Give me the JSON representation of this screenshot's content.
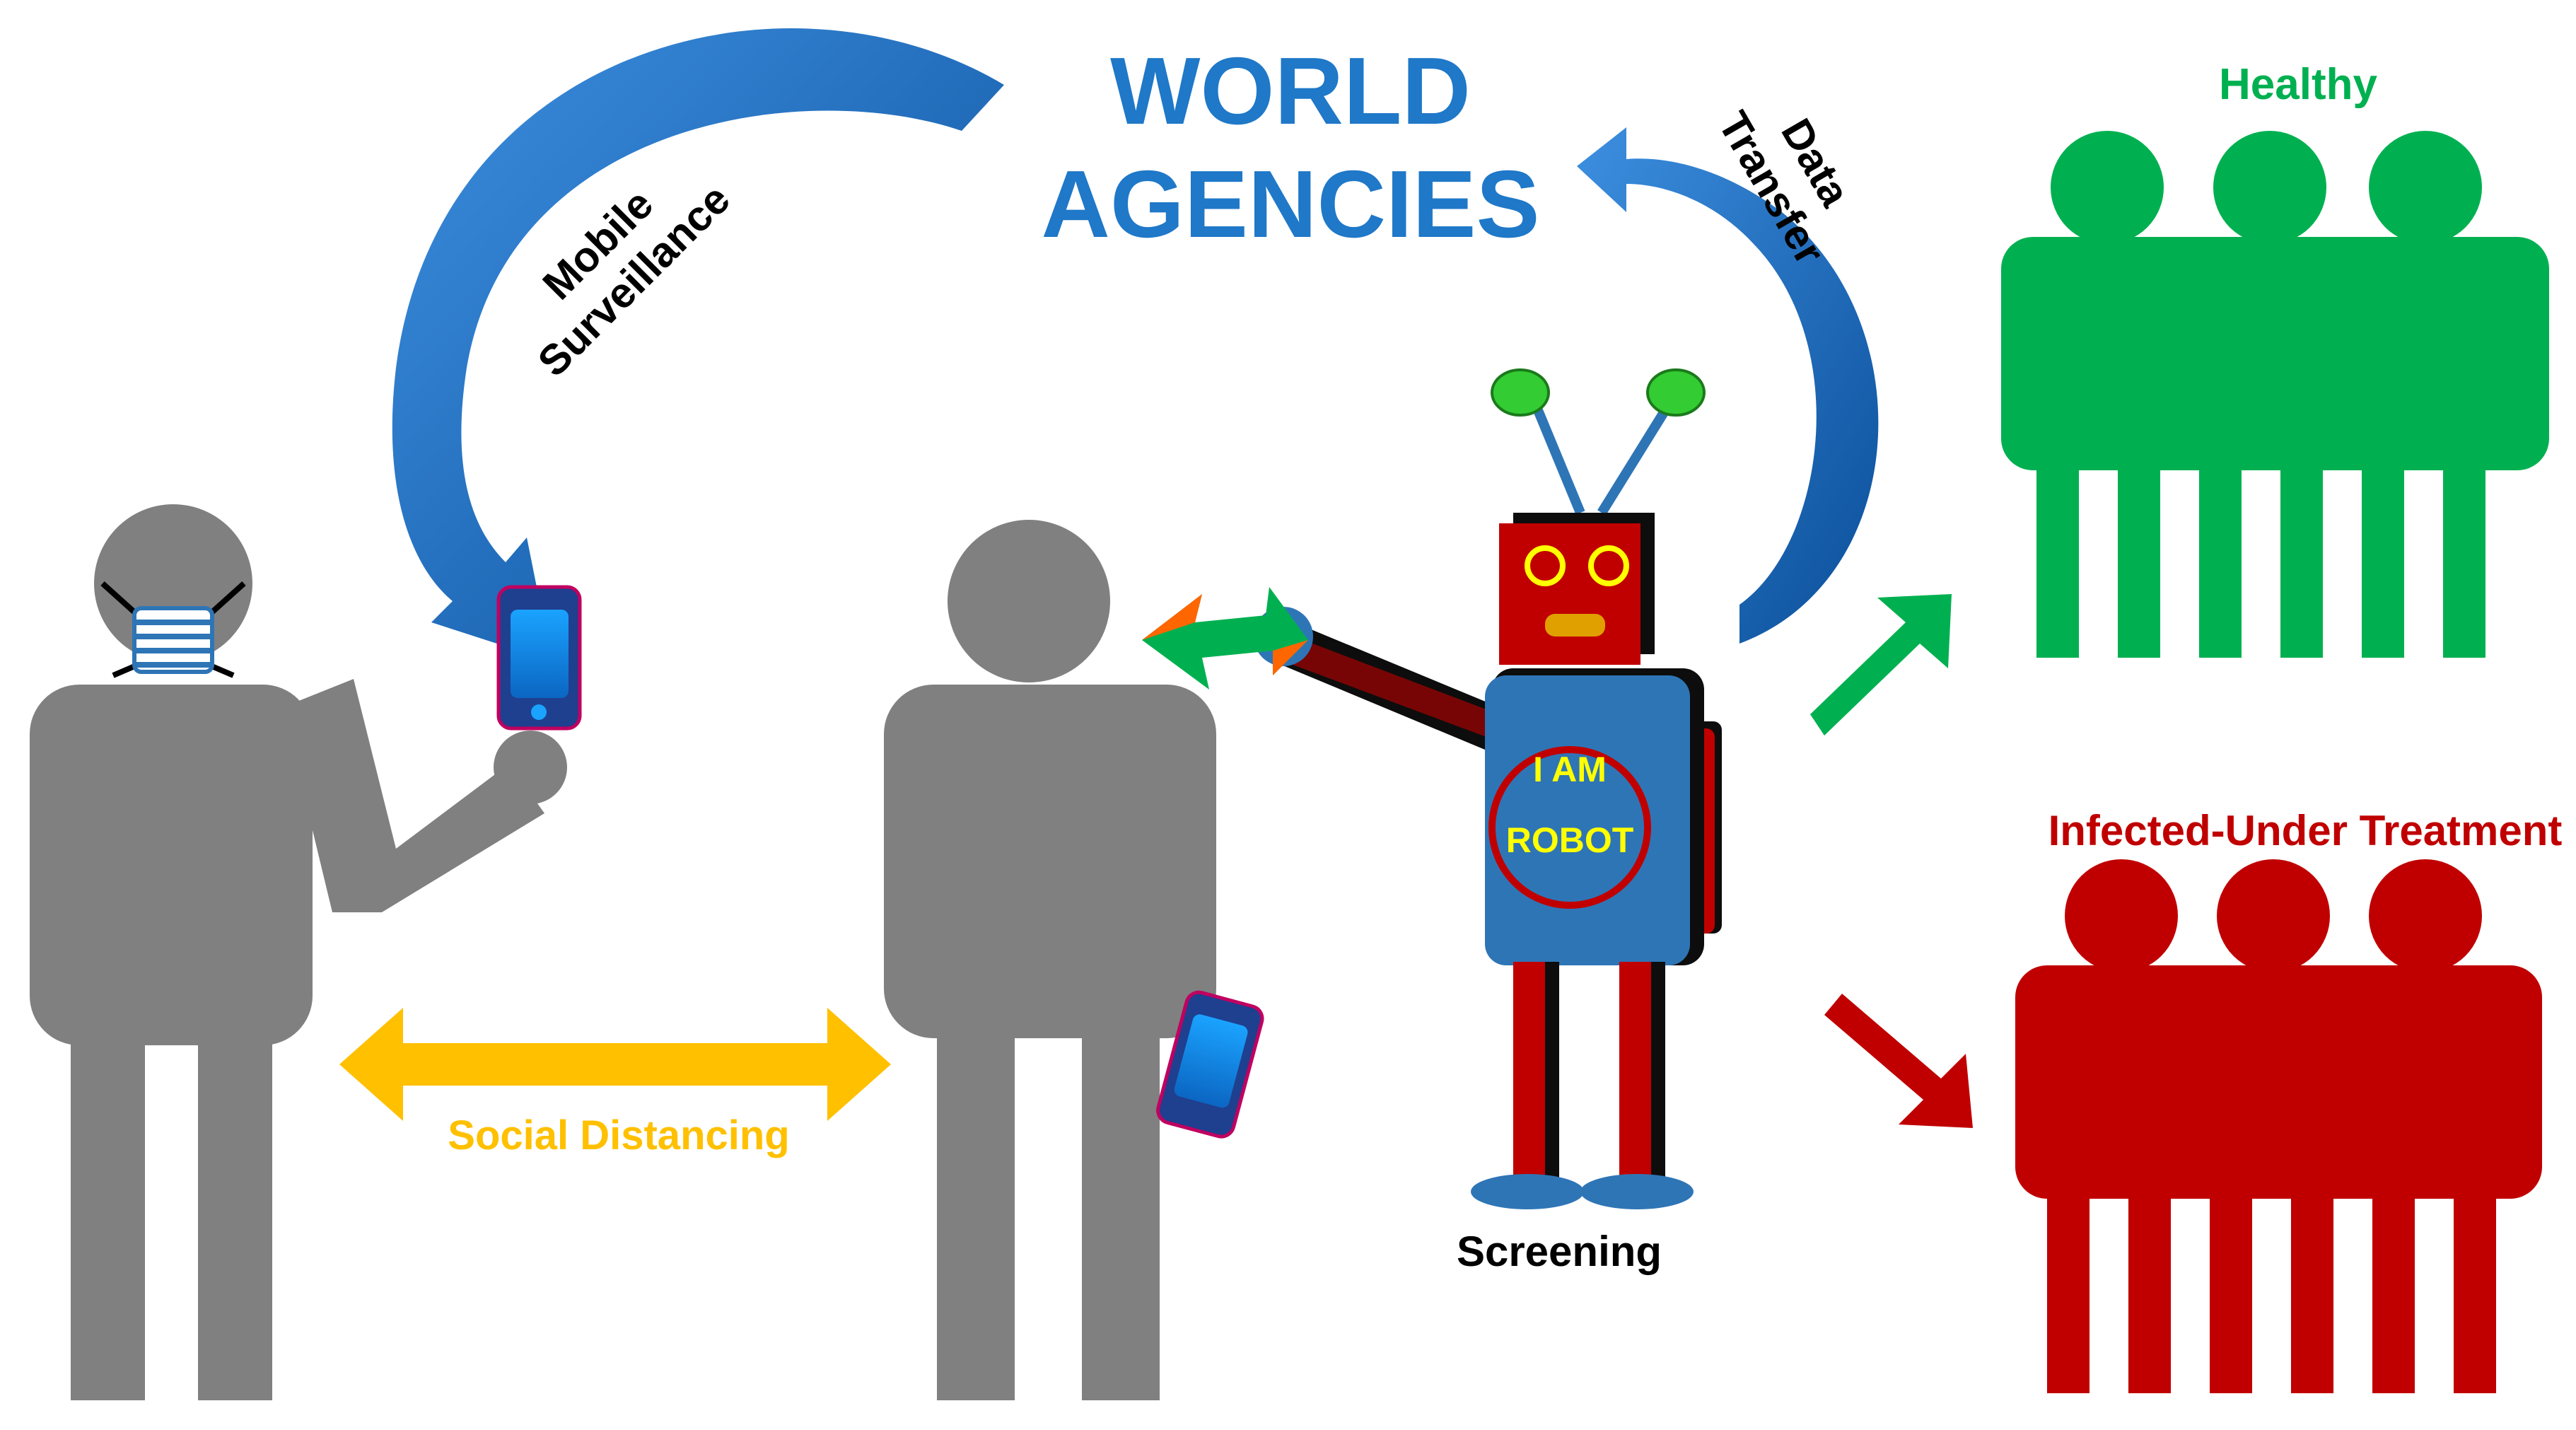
{
  "title": {
    "line1": "WORLD",
    "line2": "AGENCIES"
  },
  "labels": {
    "mobile_surveillance_line1": "Mobile",
    "mobile_surveillance_line2": "Surveillance",
    "data_transfer_line1": "Data",
    "data_transfer_line2": "Transfer",
    "social_distancing": "Social Distancing",
    "screening": "Screening",
    "healthy": "Healthy",
    "infected": "Infected-Under Treatment",
    "robot_badge_line1": "I AM",
    "robot_badge_line2": "ROBOT"
  },
  "colors": {
    "person_gray": "#808080",
    "agency_blue": "#1f78c8",
    "arrow_blue": "#0b5aa8",
    "social_yellow": "#ffc000",
    "healthy_green": "#00b050",
    "infected_red": "#c00000",
    "robot_red": "#c00000",
    "robot_blue": "#2e75b6",
    "antenna_green": "#33cc33"
  },
  "icons": [
    "mask-icon",
    "smartphone-icon",
    "robot-icon",
    "double-arrow-icon",
    "curved-arrow-icon"
  ]
}
